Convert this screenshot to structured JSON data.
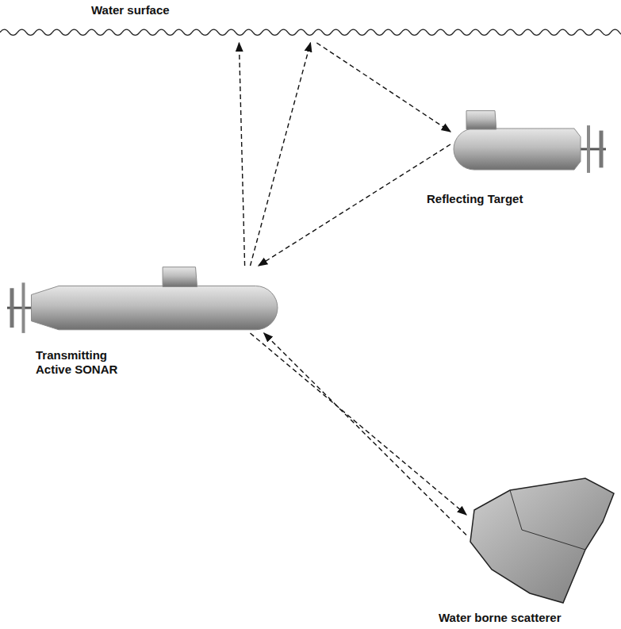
{
  "diagram": {
    "nodes": [
      {
        "text": [
          "Water surface"
        ]
      },
      {
        "text": [
          "Reflecting Target"
        ]
      },
      {
        "text": [
          "Transmitting Active SONAR"
        ]
      },
      {
        "text": [
          "Water borne scatterer"
        ]
      }
    ],
    "edges": [
      {
        "from": 2,
        "to": 0,
        "arrow": "to"
      },
      {
        "from": 2,
        "to": 0,
        "arrow": "to"
      },
      {
        "from": 0,
        "to": 1,
        "arrow": "to"
      },
      {
        "from": 1,
        "to": 2,
        "arrow": "to"
      },
      {
        "from": 2,
        "to": 3,
        "arrow": "to"
      },
      {
        "from": 3,
        "to": 2,
        "arrow": "to"
      }
    ]
  }
}
